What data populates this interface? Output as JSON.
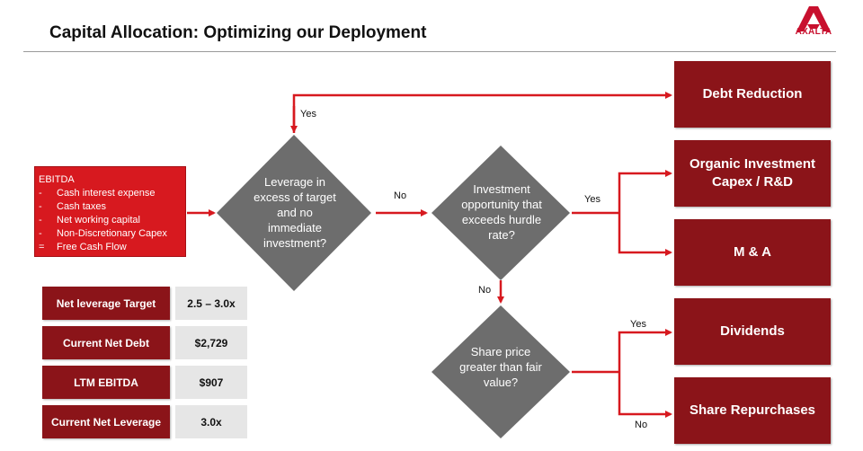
{
  "title": "Capital Allocation: Optimizing our Deployment",
  "logo": {
    "text": "AXALTA"
  },
  "ebitda_box": {
    "header": "EBITDA",
    "items": [
      {
        "symbol": "-",
        "text": "Cash interest expense"
      },
      {
        "symbol": "-",
        "text": "Cash taxes"
      },
      {
        "symbol": "-",
        "text": "Net working capital"
      },
      {
        "symbol": "-",
        "text": "Non-Discretionary Capex"
      },
      {
        "symbol": "=",
        "text": "Free Cash Flow"
      }
    ]
  },
  "decisions": {
    "leverage": "Leverage in excess of target and no immediate investment?",
    "investment": "Investment opportunity that exceeds hurdle rate?",
    "share_price": "Share price greater than fair value?"
  },
  "outcomes": {
    "debt_reduction": "Debt Reduction",
    "organic": "Organic Investment Capex / R&D",
    "ma": "M & A",
    "dividends": "Dividends",
    "repurchases": "Share Repurchases"
  },
  "edge_labels": {
    "leverage_yes": "Yes",
    "leverage_no": "No",
    "investment_yes": "Yes",
    "investment_no": "No",
    "share_yes": "Yes",
    "share_no": "No"
  },
  "metrics": [
    {
      "label": "Net leverage Target",
      "value": "2.5 – 3.0x"
    },
    {
      "label": "Current Net Debt",
      "value": "$2,729"
    },
    {
      "label": "LTM EBITDA",
      "value": "$907"
    },
    {
      "label": "Current Net Leverage",
      "value": "3.0x"
    }
  ],
  "colors": {
    "box_dark_red": "#8b1419",
    "box_bright_red": "#d7191f",
    "diamond_gray": "#6d6d6d",
    "arrow_red": "#d7191f",
    "value_gray": "#e6e6e6"
  }
}
